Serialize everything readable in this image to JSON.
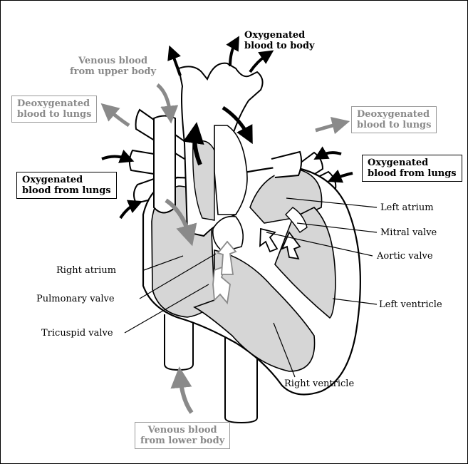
{
  "labels": {
    "oxy_body": [
      "Oxygenated",
      "blood to body"
    ],
    "venous_upper": [
      "Venous blood",
      "from upper body"
    ],
    "deoxy_left": [
      "Deoxygenated",
      "blood to lungs"
    ],
    "deoxy_right": [
      "Deoxygenated",
      "blood to lungs"
    ],
    "oxy_lungs_left": [
      "Oxygenated",
      "blood from lungs"
    ],
    "oxy_lungs_right": [
      "Oxygenated",
      "blood from lungs"
    ],
    "left_atrium": "Left atrium",
    "mitral_valve": "Mitral valve",
    "aortic_valve": "Aortic valve",
    "right_atrium": "Right atrium",
    "pulmonary_valve": "Pulmonary valve",
    "left_ventricle": "Left ventricle",
    "tricuspid_valve": "Tricuspid valve",
    "right_ventricle": "Right ventricle",
    "venous_lower": [
      "Venous blood",
      "from lower body"
    ]
  },
  "colors": {
    "outline": "#000000",
    "chamber_fill": "#d6d6d6",
    "gray_arrow": "#8a8a8a",
    "gray_text": "#8a8a8a"
  }
}
